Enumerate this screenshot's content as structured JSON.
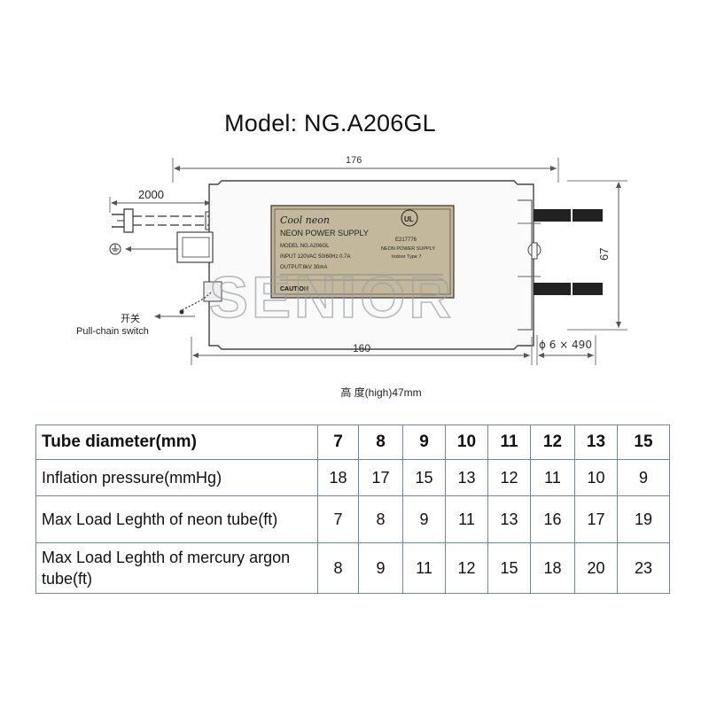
{
  "title": "Model: NG.A206GL",
  "dimensions": {
    "overall_length": "176",
    "cable_length": "2000",
    "body_length": "160",
    "height_side": "67",
    "output_lead": "ϕ 6 × 490"
  },
  "labels": {
    "switch_cn": "开关",
    "switch_en": "Pull-chain switch"
  },
  "nameplate": {
    "brand": "Cool neon",
    "product": "NEON POWER SUPPLY",
    "model_line": "MODEL  NG.A206GL",
    "input_line": "INPUT  120VAC  50/60Hz  0.7A",
    "output_line": "OUTPUT:6kV  30mA",
    "caution": "CAUTION",
    "cert_line": "E217776",
    "cert_sub": "NEON POWER SUPPLY",
    "cert_sub2": "Indoor Type 7"
  },
  "watermark": "SENIOR",
  "height_note": "高 度(high)47mm",
  "table": {
    "header": {
      "label": "Tube diameter(mm)",
      "values": [
        "7",
        "8",
        "9",
        "10",
        "11",
        "12",
        "13",
        "15"
      ]
    },
    "rows": [
      {
        "label": "Inflation pressure(mmHg)",
        "values": [
          "18",
          "17",
          "15",
          "13",
          "12",
          "11",
          "10",
          "9"
        ]
      },
      {
        "label": "Max Load Leghth of neon tube(ft)",
        "values": [
          "7",
          "8",
          "9",
          "11",
          "13",
          "16",
          "17",
          "19"
        ]
      },
      {
        "label": "Max Load Leghth of mercury argon tube(ft)",
        "values": [
          "8",
          "9",
          "11",
          "12",
          "15",
          "18",
          "20",
          "23"
        ]
      }
    ]
  }
}
